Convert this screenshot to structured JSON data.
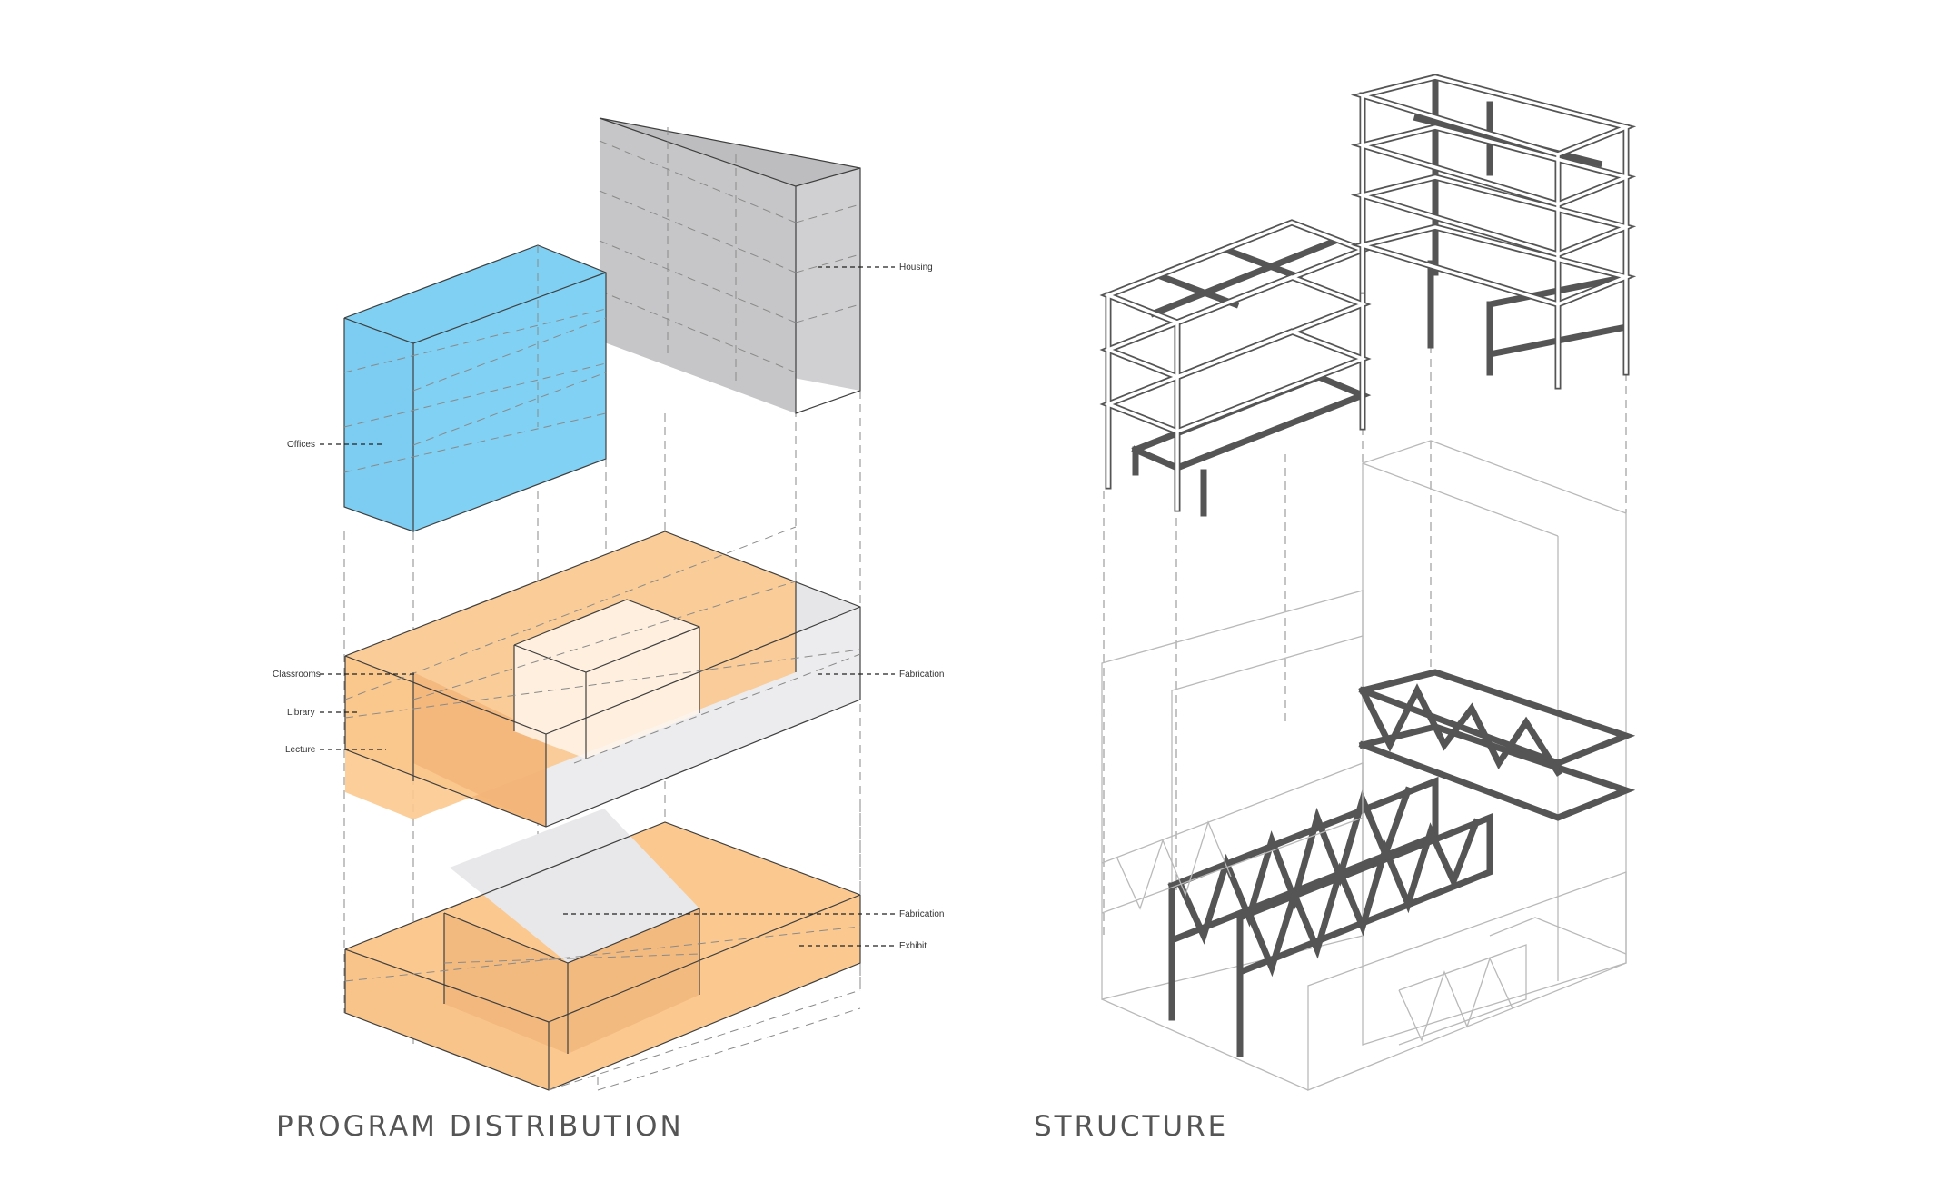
{
  "titles": {
    "program": "PROGRAM DISTRIBUTION",
    "structure": "STRUCTURE"
  },
  "labels": {
    "offices": "Offices",
    "housing": "Housing",
    "classrooms": "Classrooms",
    "library": "Library",
    "lecture": "Lecture",
    "fabrication_mid": "Fabrication",
    "fabrication_bottom": "Fabrication",
    "exhibit": "Exhibit"
  },
  "colors": {
    "offices": "#7fd0f3",
    "housing": "#c8c8ca",
    "orange": "#fbc98f",
    "grey_program": "#e7e7e9",
    "line": "#444444"
  }
}
